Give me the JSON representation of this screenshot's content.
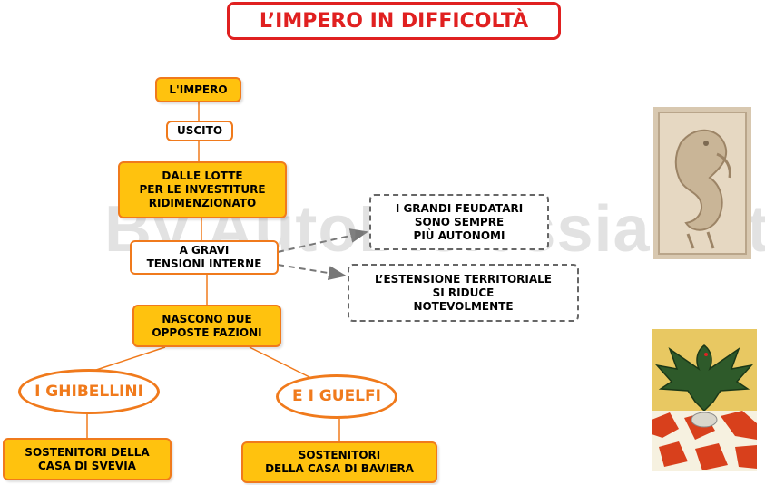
{
  "title": "L’IMPERO IN DIFFICOLTÀ",
  "watermark": "By AutoDislessia.net",
  "nodes": {
    "impero": "L'IMPERO",
    "uscito": "USCITO",
    "lotte": "DALLE LOTTE\nPER LE INVESTITURE\nRIDIMENZIONATO",
    "tensioni": "A GRAVI\nTENSIONI INTERNE",
    "feudatari": "I GRANDI FEUDATARI\nSONO SEMPRE\nPIÙ AUTONOMI",
    "estensione": "L’ESTENSIONE TERRITORIALE\nSI RIDUCE\nNOTEVOLMENTE",
    "fazioni": "NASCONO DUE\nOPPOSTE FAZIONI",
    "ghibellini": "I GHIBELLINI",
    "guelfi": "E I GUELFI",
    "svevia": "SOSTENITORI DELLA\nCASA DI SVEVIA",
    "baviera": "SOSTENITORI\nDELLA CASA DI BAVIERA"
  },
  "colors": {
    "node_fill": "#ffc20e",
    "node_border": "#f07a1c",
    "title_red": "#e02020",
    "dashed_border": "#666666"
  }
}
